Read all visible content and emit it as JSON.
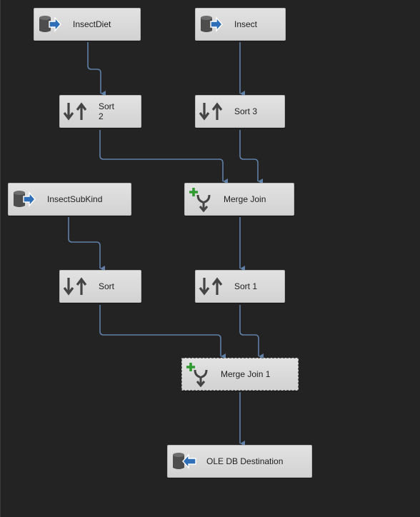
{
  "canvas": {
    "background": "#232323",
    "connector_color": "#5f7fa6"
  },
  "nodes": {
    "insectdiet": {
      "label": "InsectDiet",
      "icon": "ole-db-source-icon"
    },
    "insect": {
      "label": "Insect",
      "icon": "ole-db-source-icon"
    },
    "sort2": {
      "label": "Sort\n2",
      "icon": "sort-icon"
    },
    "sort3": {
      "label": "Sort 3",
      "icon": "sort-icon"
    },
    "insectsubkind": {
      "label": "InsectSubKind",
      "icon": "ole-db-source-icon"
    },
    "mergejoin": {
      "label": "Merge Join",
      "icon": "merge-join-icon"
    },
    "sort": {
      "label": "Sort",
      "icon": "sort-icon"
    },
    "sort1": {
      "label": "Sort 1",
      "icon": "sort-icon"
    },
    "mergejoin1": {
      "label": "Merge Join 1",
      "icon": "merge-join-icon",
      "selected": true
    },
    "oledbdest": {
      "label": "OLE DB Destination",
      "icon": "ole-db-destination-icon"
    }
  }
}
